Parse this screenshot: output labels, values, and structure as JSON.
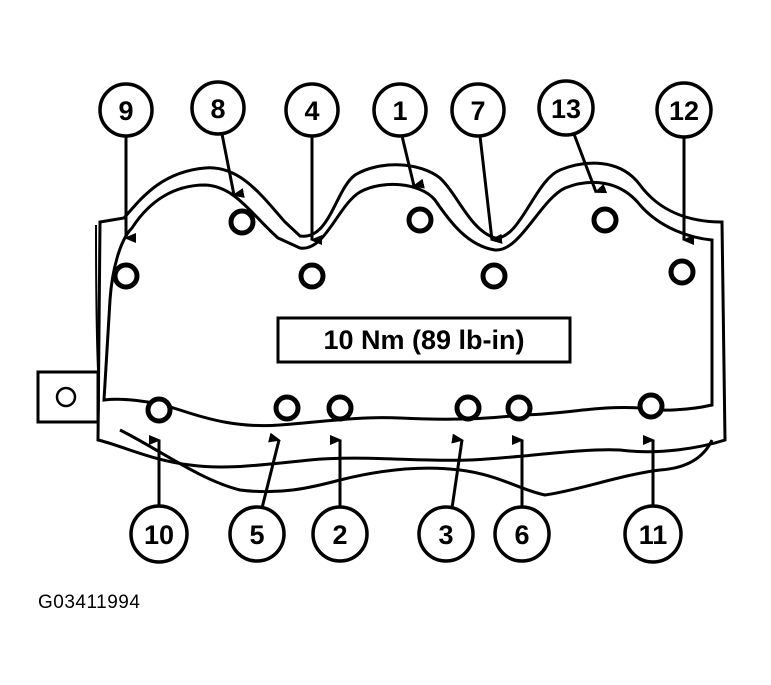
{
  "torque_spec": "10 Nm (89 lb-in)",
  "figure_id": "G03411994",
  "bolt_callouts_top": [
    "9",
    "8",
    "4",
    "1",
    "7",
    "13",
    "12"
  ],
  "bolt_callouts_bottom": [
    "10",
    "5",
    "2",
    "3",
    "6",
    "11"
  ]
}
